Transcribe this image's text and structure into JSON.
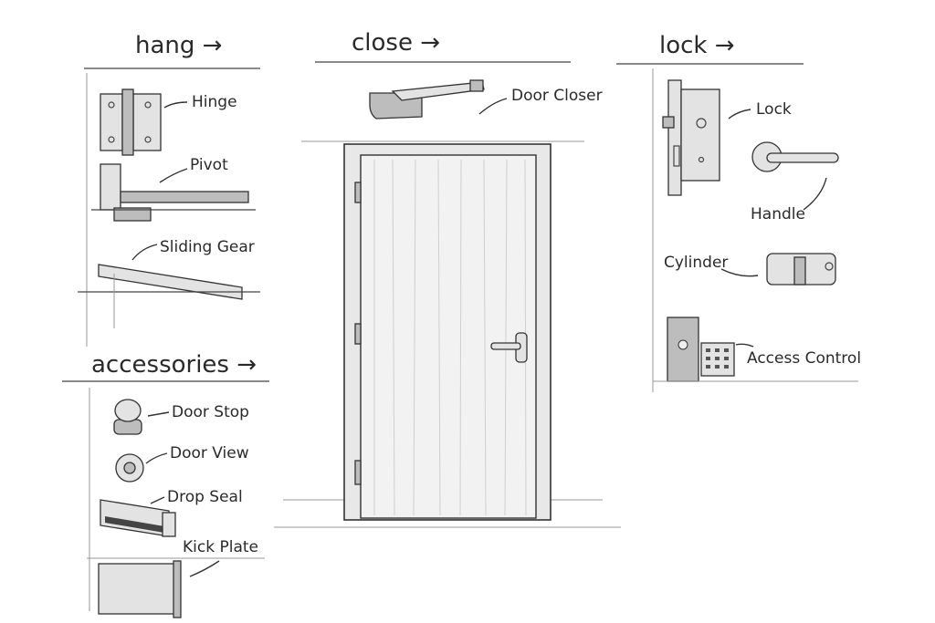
{
  "sections": {
    "hang": {
      "title": "hang →",
      "items": [
        "Hinge",
        "Pivot",
        "Sliding Gear"
      ]
    },
    "accessories": {
      "title": "accessories →",
      "items": [
        "Door Stop",
        "Door View",
        "Drop Seal",
        "Kick Plate"
      ]
    },
    "close": {
      "title": "close →",
      "items": [
        "Door Closer"
      ]
    },
    "lock": {
      "title": "lock →",
      "items": [
        "Lock",
        "Handle",
        "Cylinder",
        "Access Control"
      ]
    }
  },
  "colors": {
    "ink": "#2a2a2a",
    "paper": "#ffffff"
  }
}
